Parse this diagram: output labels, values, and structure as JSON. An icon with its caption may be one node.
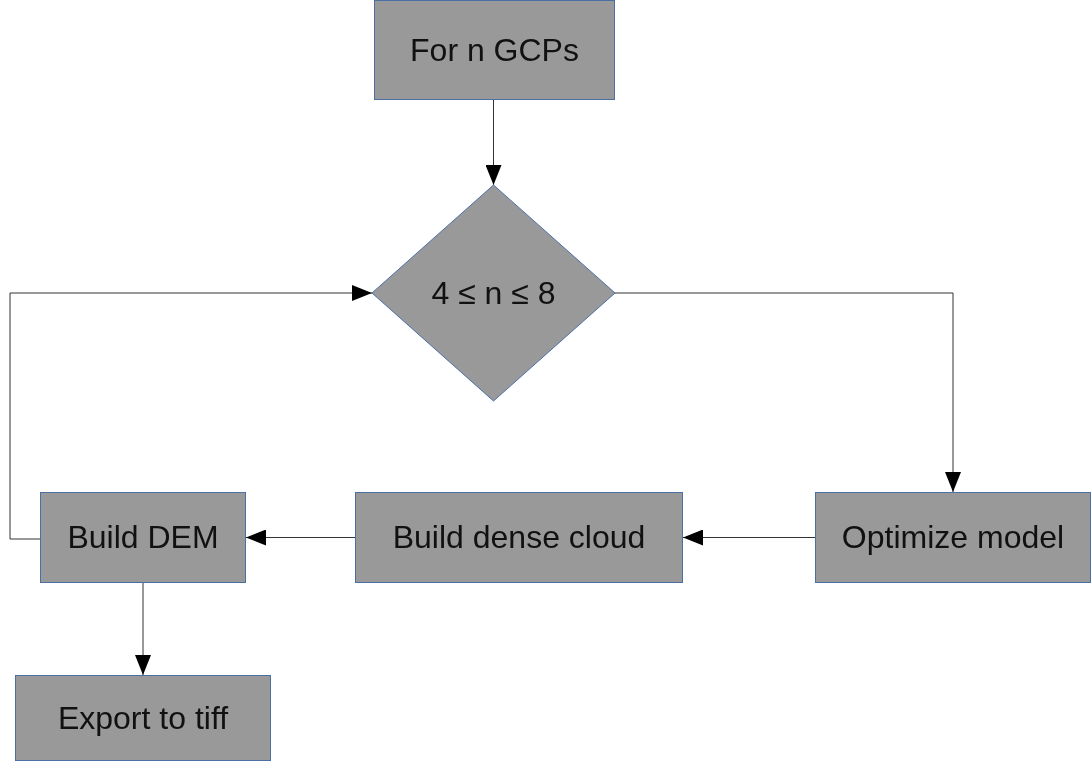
{
  "diagram": {
    "nodes": [
      {
        "text": [
          "For n GCPs"
        ]
      },
      {
        "text": [
          "4 ≤ n ≤ 8"
        ]
      },
      {
        "text": [
          "Optimize model"
        ]
      },
      {
        "text": [
          "Build dense cloud"
        ]
      },
      {
        "text": [
          "Build DEM"
        ]
      },
      {
        "text": [
          "Export to tiff"
        ]
      }
    ],
    "edges": [
      {
        "from": 0,
        "to": 1,
        "arrow": "to"
      },
      {
        "from": 1,
        "to": 2,
        "arrow": "to"
      },
      {
        "from": 2,
        "to": 3,
        "arrow": "to"
      },
      {
        "from": 3,
        "to": 4,
        "arrow": "to"
      },
      {
        "from": 4,
        "to": 1,
        "arrow": "to"
      },
      {
        "from": 4,
        "to": 5,
        "arrow": "to"
      }
    ]
  }
}
